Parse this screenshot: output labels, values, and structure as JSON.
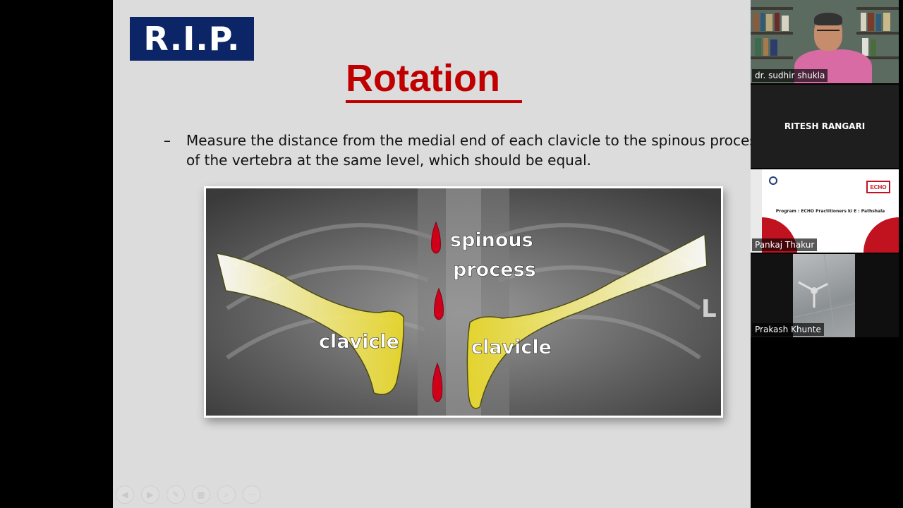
{
  "slide": {
    "logo_text": "R.I.P.",
    "title": "Rotation",
    "bullet_dash": "–",
    "bullet_text": "Measure the distance from the medial end of each clavicle to the spinous process of the vertebra at the same level, which should be equal.",
    "xray_labels": {
      "spinous_line1": "spinous",
      "spinous_line2": "process",
      "clavicle_left": "clavicle",
      "clavicle_right": "clavicle",
      "marker": "L"
    },
    "colors": {
      "logo_bg": "#0b2566",
      "title_red": "#c00000",
      "clavicle_yellow": "#f1e23a",
      "spinous_red": "#d0001a"
    }
  },
  "toolbar": {
    "buttons": [
      {
        "icon": "back-arrow-icon",
        "glyph": "◀"
      },
      {
        "icon": "forward-arrow-icon",
        "glyph": "▶"
      },
      {
        "icon": "pen-icon",
        "glyph": "✎"
      },
      {
        "icon": "slides-grid-icon",
        "glyph": "▦"
      },
      {
        "icon": "zoom-icon",
        "glyph": "⌕"
      },
      {
        "icon": "more-options-icon",
        "glyph": "⋯"
      }
    ]
  },
  "participants": [
    {
      "name": "dr. sudhir shukla"
    },
    {
      "name": "RITESH RANGARI"
    },
    {
      "name": "Pankaj Thakur",
      "thumb_program": "Program : ECHO Practitioners ki E : Pathshala",
      "thumb_echo": "ECHO"
    },
    {
      "name": "Prakash Khunte"
    }
  ]
}
